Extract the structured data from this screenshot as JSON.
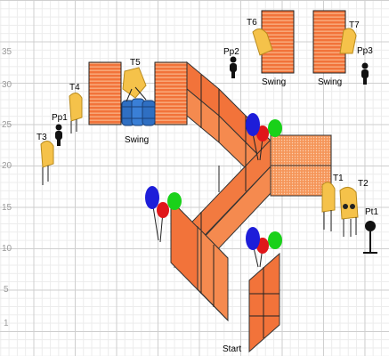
{
  "axis": {
    "y_ticks": [
      "35",
      "30",
      "25",
      "20",
      "15",
      "10",
      "5",
      "1"
    ]
  },
  "labels": {
    "start": "Start",
    "swing_left": "Swing",
    "swing_mid": "Swing",
    "swing_right": "Swing",
    "T1": "T1",
    "T2": "T2",
    "T3": "T3",
    "T4": "T4",
    "T5": "T5",
    "T6": "T6",
    "T7": "T7",
    "Pp1": "Pp1",
    "Pp2": "Pp2",
    "Pp3": "Pp3",
    "Pt1": "Pt1"
  },
  "colors": {
    "jump_fill": "#f2733a",
    "jump_light": "#f79a68",
    "oxer_fill": "#f4a06a",
    "tree": "#f5c24a",
    "barrel": "#2f6fc2",
    "balloon_blue": "#1d1dd9",
    "balloon_red": "#e0161a",
    "balloon_green": "#19d119"
  }
}
